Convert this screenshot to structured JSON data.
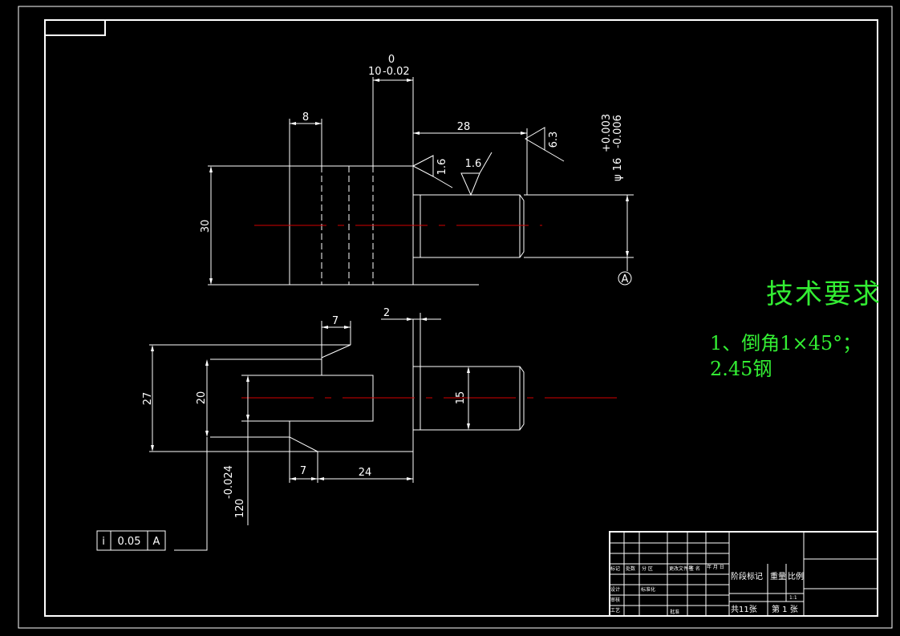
{
  "dims": {
    "d_10": "10",
    "d_10_tol_upper": "0",
    "d_10_tol_lower": "-0.02",
    "d_8": "8",
    "d_28": "28",
    "d_30": "30",
    "d_phi16": "ψ 16",
    "d_phi16_tol_upper": "+0.003",
    "d_phi16_tol_lower": "-0.006",
    "d_7_top": "7",
    "d_2": "2",
    "d_27": "27",
    "d_20": "20",
    "d_15": "15",
    "d_7_bottom": "7",
    "d_24": "24",
    "d_12": "12",
    "d_12_tol_upper": "-0.024",
    "d_12_tol_lower": "0"
  },
  "roughness": {
    "r1": "1.6",
    "r2": "1.6",
    "r3": "6.3"
  },
  "datum": "A",
  "tolerance_frame": {
    "symbol": "i",
    "value": "0.05",
    "datum": "A"
  },
  "tech_requirements": {
    "title": "技术要求",
    "item1": "1、倒角1×45°；",
    "item2": "2.45钢"
  },
  "title_block": {
    "biaoji": "标记",
    "chushu": "处数",
    "fenqu": "分 区",
    "gengai": "更改文件号",
    "qianming": "签 名",
    "nianyueri": "年 月 日",
    "sheji": "设计",
    "biaozhunhua": "标准化",
    "shenhe": "审核",
    "gongyi": "工艺",
    "pizhun": "批准",
    "jieduan": "阶段标记",
    "zhongliang": "重量",
    "bili": "比例",
    "bili_value": "1:1",
    "total_sheets": "共11张",
    "sheet_no": "第 1 张"
  }
}
